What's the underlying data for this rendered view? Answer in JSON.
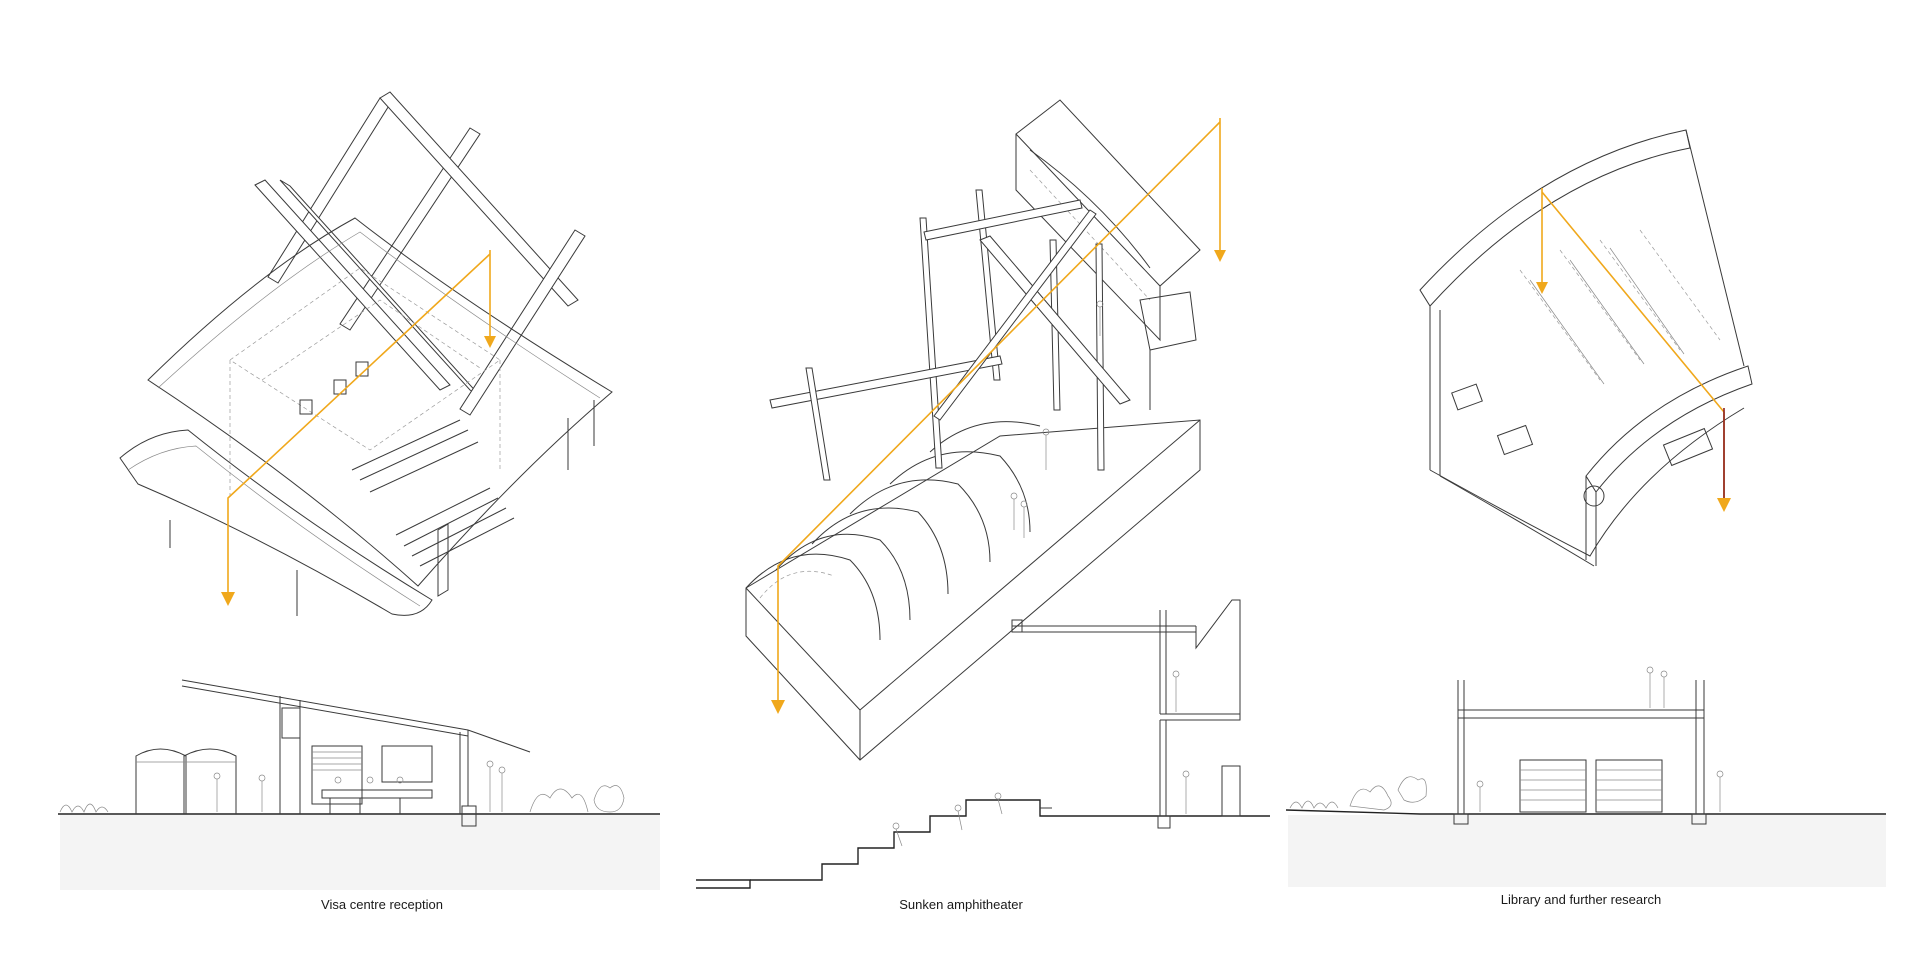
{
  "panels": [
    {
      "id": "visa",
      "caption": "Visa centre reception"
    },
    {
      "id": "amphitheater",
      "caption": "Sunken amphitheater"
    },
    {
      "id": "library",
      "caption": "Library and further research"
    }
  ],
  "colors": {
    "circulation_path": "#f0a81c",
    "accent_drop": "#8b1e1e",
    "linework": "#3a3a3a",
    "ground_fill": "#f4f4f4"
  }
}
